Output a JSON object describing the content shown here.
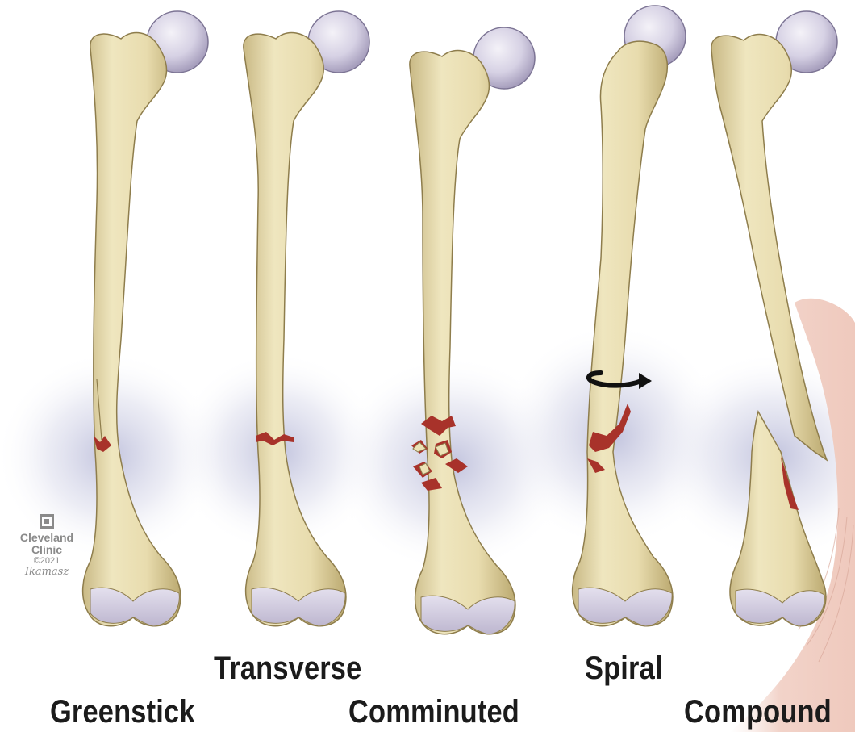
{
  "labels": {
    "greenstick": "Greenstick",
    "transverse": "Transverse",
    "comminuted": "Comminuted",
    "spiral": "Spiral",
    "compound": "Compound"
  },
  "credit": {
    "org_line1": "Cleveland",
    "org_line2": "Clinic",
    "year": "©2021",
    "signature": "Ikamasz"
  },
  "colors": {
    "bone": "#e9dfb3",
    "bone_shadow": "#c7b784",
    "cartilage": "#d9d4e6",
    "fracture": "#a8322a",
    "halo": "#9b9dc6",
    "label_text": "#1b1b1b",
    "logo_gray": "#8a8a8a"
  },
  "bones": [
    {
      "type": "greenstick"
    },
    {
      "type": "transverse"
    },
    {
      "type": "comminuted"
    },
    {
      "type": "spiral",
      "arrow": "rotation-arrow"
    },
    {
      "type": "compound"
    }
  ]
}
